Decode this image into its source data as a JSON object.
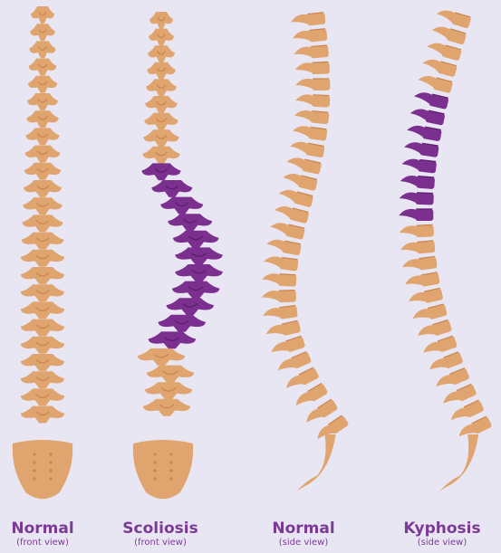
{
  "colors": {
    "background": "#e9e6f3",
    "bone": "#e0a46f",
    "bone_dark": "#c9854e",
    "highlight": "#7b2f8f",
    "highlight_dark": "#5a1c6b",
    "label": "#7b3a96"
  },
  "panels": [
    {
      "title": "Normal",
      "subtitle": "(front view)",
      "view": "front",
      "highlight": "none"
    },
    {
      "title": "Scoliosis",
      "subtitle": "(front view)",
      "view": "front",
      "highlight": "lateral-curve"
    },
    {
      "title": "Normal",
      "subtitle": "(side view)",
      "view": "side",
      "highlight": "none"
    },
    {
      "title": "Kyphosis",
      "subtitle": "(side view)",
      "view": "side",
      "highlight": "thoracic-hump"
    }
  ]
}
